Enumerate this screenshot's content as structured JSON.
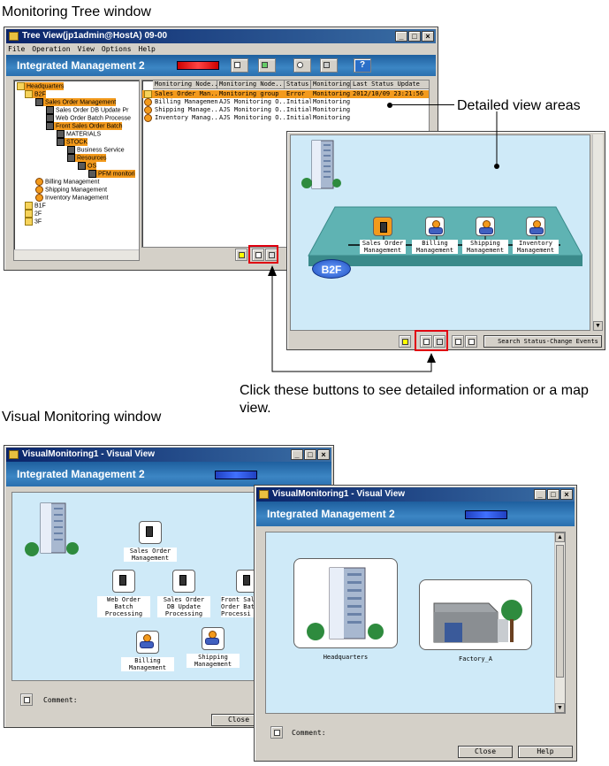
{
  "captions": {
    "tree_window": "Monitoring Tree window",
    "detailed_view": "Detailed view areas",
    "click_buttons": "Click these buttons to see detailed information or a map view.",
    "visual_window": "Visual Monitoring window"
  },
  "tree_window": {
    "title": "Tree View(jp1admin@HostA) 09-00",
    "menu": [
      "File",
      "Operation",
      "View",
      "Options",
      "Help"
    ],
    "banner_title": "Integrated Management 2",
    "tree": [
      {
        "label": "Headquarters",
        "highlight": true,
        "icon": "folder"
      },
      {
        "label": "B2F",
        "highlight": true,
        "icon": "folder"
      },
      {
        "label": "Sales Order Management",
        "highlight": true,
        "icon": "svc"
      },
      {
        "label": "Sales Order DB Update Pr",
        "highlight": false,
        "icon": "svc"
      },
      {
        "label": "Web Order Batch Processe",
        "highlight": false,
        "icon": "svc"
      },
      {
        "label": "Front Sales Order Batch",
        "highlight": true,
        "icon": "svc"
      },
      {
        "label": "MATERIALS",
        "highlight": false,
        "icon": "svc"
      },
      {
        "label": "STOCK",
        "highlight": true,
        "icon": "svc"
      },
      {
        "label": "Business Service",
        "highlight": false,
        "icon": "svc"
      },
      {
        "label": "Resources",
        "highlight": true,
        "icon": "svc"
      },
      {
        "label": "OS",
        "highlight": true,
        "icon": "svc"
      },
      {
        "label": "PFM monitori",
        "highlight": true,
        "icon": "svc"
      },
      {
        "label": "Billing Management",
        "highlight": false,
        "icon": "job"
      },
      {
        "label": "Shipping Management",
        "highlight": false,
        "icon": "job"
      },
      {
        "label": "Inventory Management",
        "highlight": false,
        "icon": "job"
      },
      {
        "label": "B1F",
        "highlight": false,
        "icon": "folder"
      },
      {
        "label": "2F",
        "highlight": false,
        "icon": "folder"
      },
      {
        "label": "3F",
        "highlight": false,
        "icon": "folder"
      }
    ],
    "table": {
      "headers": [
        "Monitoring Node...",
        "Monitoring Node...",
        "Status",
        "Monitoring",
        "Last Status Update"
      ],
      "rows": [
        [
          "Sales Order Man...",
          "Monitoring group",
          "Error",
          "Monitoring",
          "2012/10/09 23:21:56"
        ],
        [
          "Billing Management",
          "AJS Monitoring O...",
          "Initial",
          "Monitoring",
          ""
        ],
        [
          "Shipping Manage...",
          "AJS Monitoring O...",
          "Initial",
          "Monitoring",
          ""
        ],
        [
          "Inventory Manag...",
          "AJS Monitoring O...",
          "Initial",
          "Monitoring",
          ""
        ]
      ]
    }
  },
  "map_view": {
    "floor_badge": "B2F",
    "nodes": [
      {
        "label": "Sales Order\nManagement",
        "highlight": true,
        "kind": "svc"
      },
      {
        "label": "Billing\nManagement",
        "highlight": false,
        "kind": "job"
      },
      {
        "label": "Shipping\nManagement",
        "highlight": false,
        "kind": "job"
      },
      {
        "label": "Inventory\nManagement",
        "highlight": false,
        "kind": "job"
      }
    ],
    "search_button": "Search Status-Change Events"
  },
  "visual1": {
    "title": "VisualMonitoring1 - Visual View",
    "banner_title": "Integrated Management 2",
    "nodes": [
      {
        "label": "Sales Order\nManagement",
        "kind": "svc"
      },
      {
        "label": "Web Order\nBatch\nProcessing",
        "kind": "svc"
      },
      {
        "label": "Sales Order\nDB Update\nProcessing",
        "kind": "svc"
      },
      {
        "label": "Front Sal\nOrder Bat\nProcessi",
        "kind": "svc"
      },
      {
        "label": "Billing\nManagement",
        "kind": "job"
      },
      {
        "label": "Shipping\nManagement",
        "kind": "job"
      }
    ],
    "comment_label": "Comment:",
    "close_button": "Close"
  },
  "visual2": {
    "title": "VisualMonitoring1 - Visual View",
    "banner_title": "Integrated Management 2",
    "nodes": [
      {
        "label": "Headquarters"
      },
      {
        "label": "Factory_A"
      }
    ],
    "comment_label": "Comment:",
    "close_button": "Close",
    "help_button": "Help"
  },
  "colors": {
    "highlight": "#f39a1c",
    "map_bg": "#cfeaf8",
    "platform": "#5fb3b3",
    "callout_red": "#e00010"
  }
}
